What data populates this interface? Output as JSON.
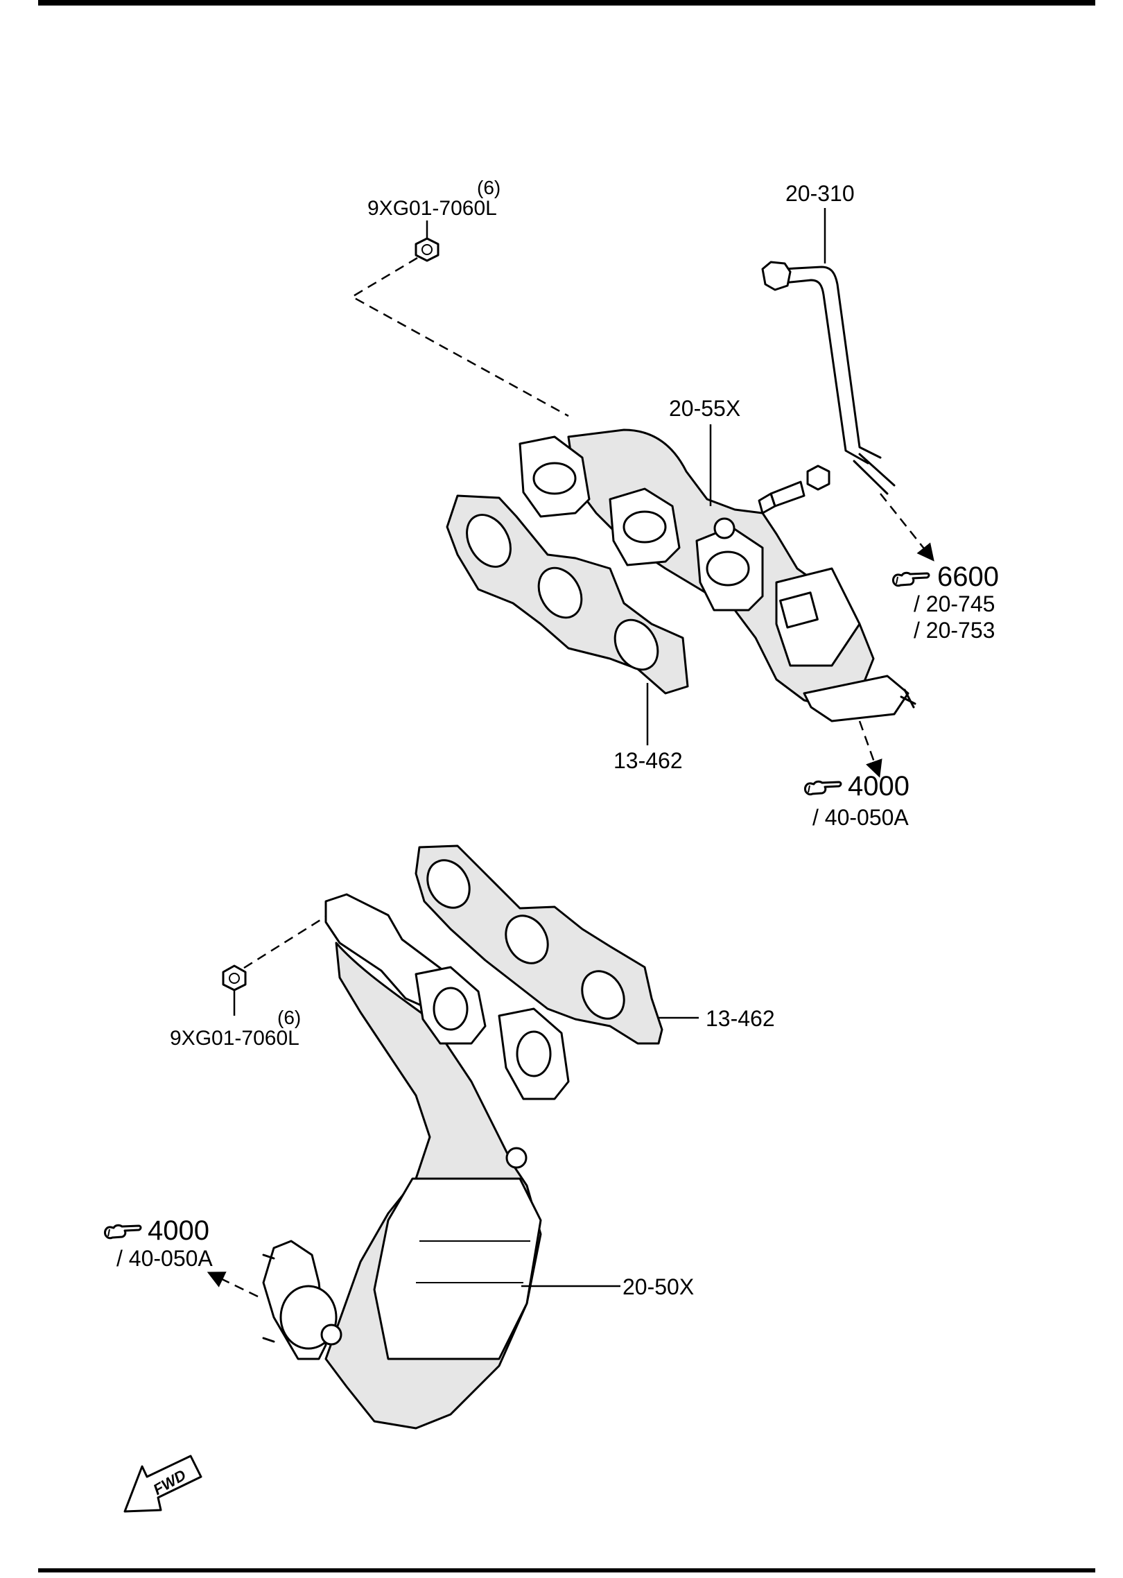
{
  "labels": {
    "nut_top": "9XG01-7060L",
    "nut_top_qty": "(6)",
    "pipe": "20-310",
    "manifold_front": "20-55X",
    "gasket_top": "13-462",
    "ref_6600": "6600",
    "ref_6600_sub1": "/ 20-745",
    "ref_6600_sub2": "/ 20-753",
    "ref_4000_top": "4000",
    "ref_4000_top_sub": "/ 40-050A",
    "gasket_bottom": "13-462",
    "nut_bottom": "9XG01-7060L",
    "nut_bottom_qty": "(6)",
    "ref_4000_bottom": "4000",
    "ref_4000_bottom_sub": "/ 40-050A",
    "manifold_rear": "20-50X",
    "fwd": "FWD"
  },
  "icons": [
    "pointing-hand-icon",
    "fwd-arrow-icon"
  ]
}
